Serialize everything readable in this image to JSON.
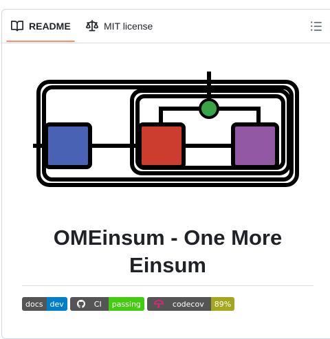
{
  "tabs": [
    {
      "label": "README",
      "icon": "book-icon",
      "active": true
    },
    {
      "label": "MIT license",
      "icon": "scale-icon",
      "active": false
    }
  ],
  "outline_icon": "list-icon",
  "readme": {
    "title": "OMEinsum - One More Einsum",
    "badges": [
      {
        "left": "docs",
        "right": "dev",
        "right_color": "#007ec6"
      },
      {
        "left": "CI",
        "right": "passing",
        "right_color": "#4c1",
        "icon": "github-icon"
      },
      {
        "left": "codecov",
        "right": "89%",
        "right_color": "#a4a61d",
        "icon": "codecov-umbrella-icon"
      }
    ]
  },
  "colors": {
    "tab_underline": "#fd8c73",
    "logo_blue": "#4a62b3",
    "logo_red": "#cc3c2f",
    "logo_purple": "#9358a4",
    "logo_green": "#3aa34a"
  }
}
